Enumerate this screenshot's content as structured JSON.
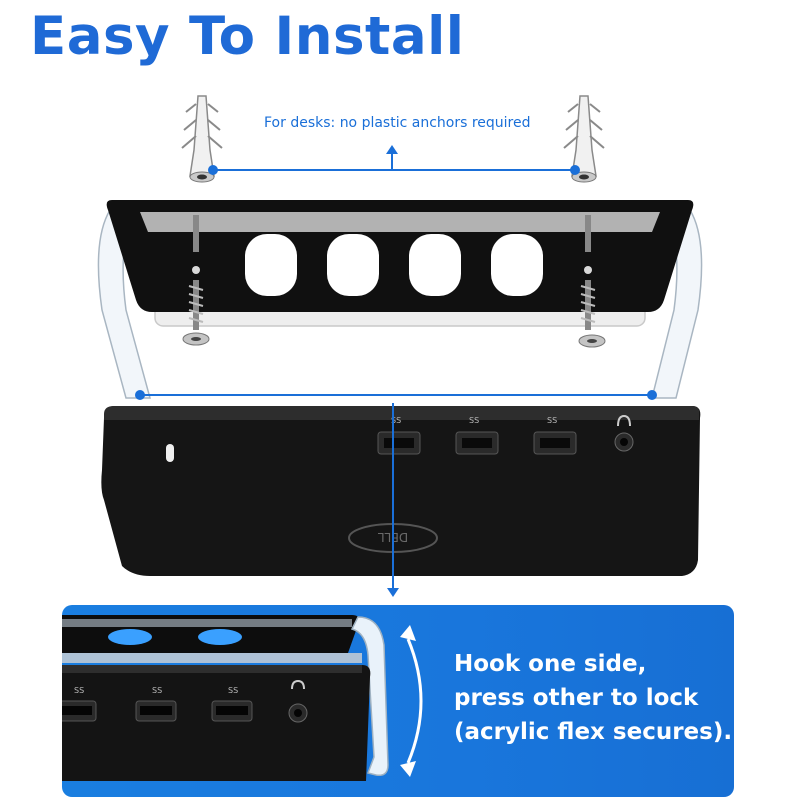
{
  "title": "Easy To Install",
  "note": "For desks: no plastic anchors required",
  "device": {
    "brand_logo": "DELL",
    "port_label": "SS"
  },
  "callout": {
    "lines": [
      "Hook one side,",
      "press other to lock",
      "(acrylic flex secures)."
    ]
  },
  "icons": [
    "wall-anchor-icon",
    "screw-icon",
    "usb-port-icon",
    "headphone-icon",
    "double-arrow-icon"
  ],
  "colors": {
    "title": "#1f6ad6",
    "accent": "#1a6fd8",
    "callout_background": "#1976dc",
    "callout_text": "#ffffff",
    "device": "#111111"
  }
}
